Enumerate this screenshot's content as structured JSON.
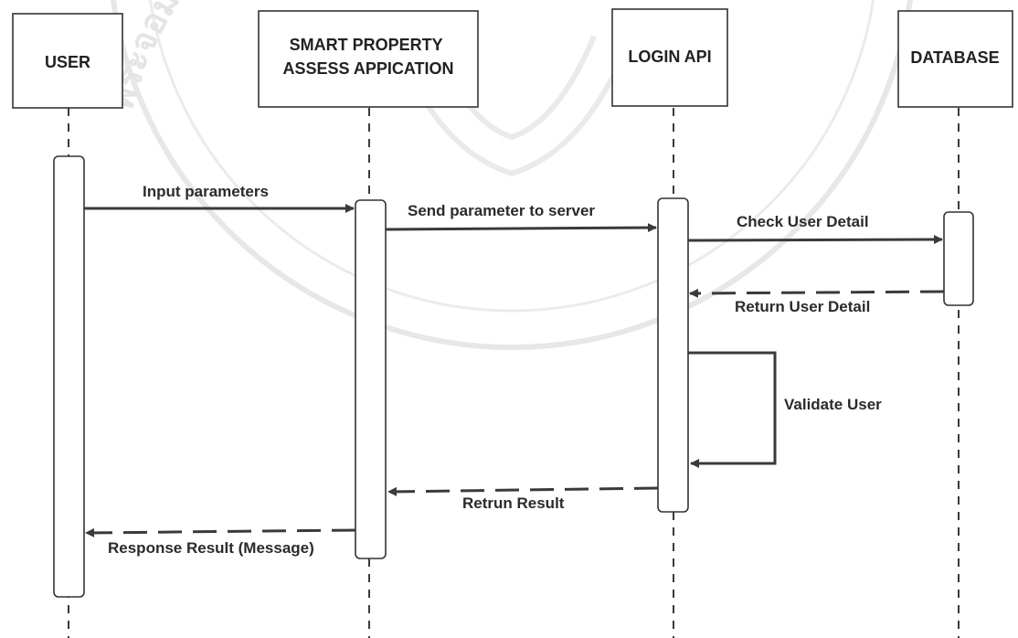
{
  "diagram": {
    "type": "sequence",
    "participants": [
      {
        "id": "user",
        "label_lines": [
          "USER"
        ]
      },
      {
        "id": "app",
        "label_lines": [
          "SMART PROPERTY",
          "ASSESS APPICATION"
        ]
      },
      {
        "id": "api",
        "label_lines": [
          "LOGIN API"
        ]
      },
      {
        "id": "db",
        "label_lines": [
          "DATABASE"
        ]
      }
    ],
    "messages": [
      {
        "from": "user",
        "to": "app",
        "label": "Input parameters",
        "style": "solid"
      },
      {
        "from": "app",
        "to": "api",
        "label": "Send parameter to server",
        "style": "solid"
      },
      {
        "from": "api",
        "to": "db",
        "label": "Check User Detail",
        "style": "solid"
      },
      {
        "from": "db",
        "to": "api",
        "label": "Return User Detail",
        "style": "dashed"
      },
      {
        "from": "api",
        "to": "api",
        "label": "Validate User",
        "style": "solid"
      },
      {
        "from": "api",
        "to": "app",
        "label": "Retrun Result",
        "style": "dashed"
      },
      {
        "from": "app",
        "to": "user",
        "label": "Response Result (Message)",
        "style": "dashed"
      }
    ],
    "watermark": {
      "text": "พระจอมเกล้าเจ้าคุณทหารลาดกระบัง",
      "color": "#cfcfcf"
    },
    "colors": {
      "line": "#3a3a3a",
      "box_border": "#333333",
      "background": "#ffffff"
    }
  }
}
